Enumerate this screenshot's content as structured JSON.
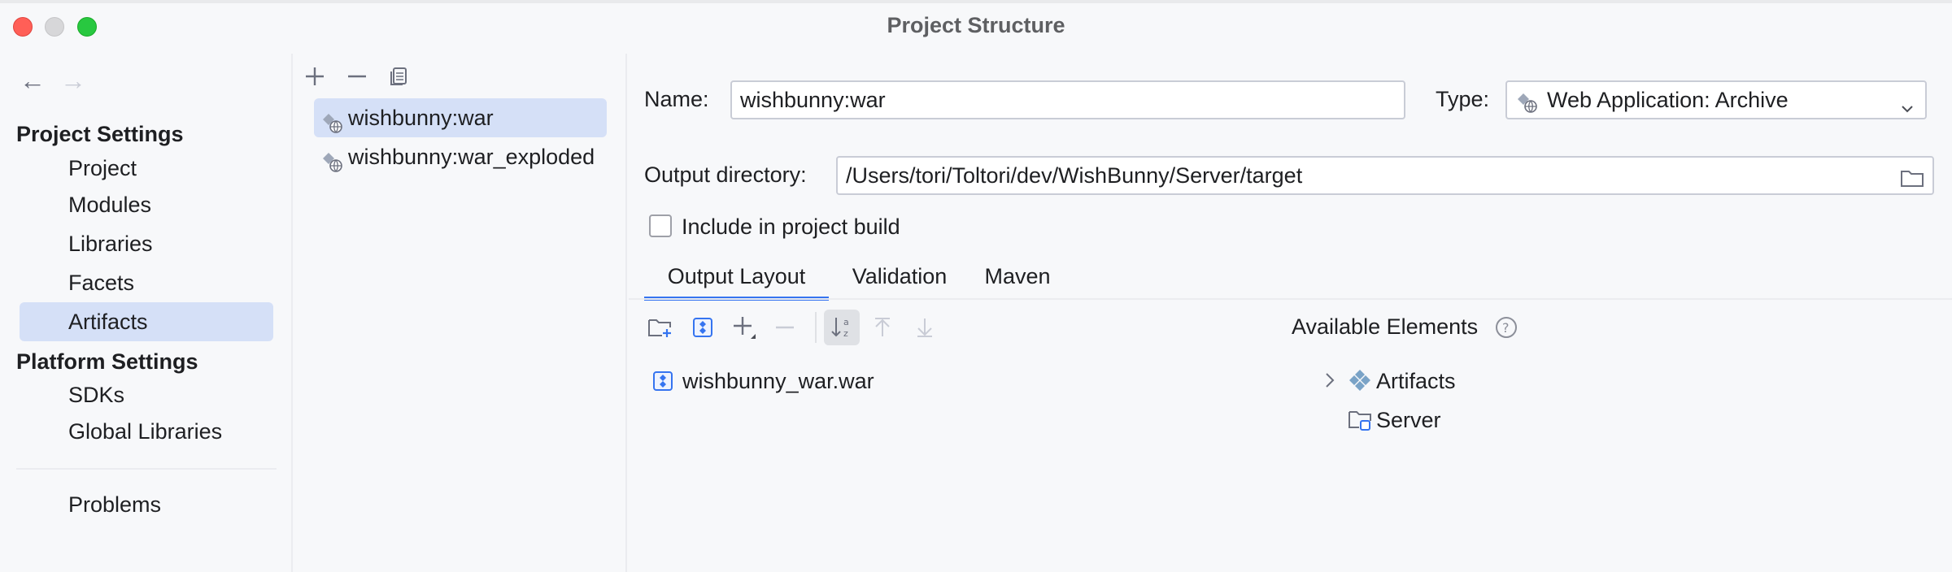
{
  "window": {
    "title": "Project Structure"
  },
  "nav": {
    "back_icon": "arrow-left-icon",
    "forward_icon": "arrow-right-icon",
    "project_settings_heading": "Project Settings",
    "project_settings_items": [
      {
        "label": "Project",
        "selected": false
      },
      {
        "label": "Modules",
        "selected": false
      },
      {
        "label": "Libraries",
        "selected": false
      },
      {
        "label": "Facets",
        "selected": false
      },
      {
        "label": "Artifacts",
        "selected": true
      }
    ],
    "platform_settings_heading": "Platform Settings",
    "platform_settings_items": [
      {
        "label": "SDKs"
      },
      {
        "label": "Global Libraries"
      }
    ],
    "problems_label": "Problems"
  },
  "artifacts": {
    "toolbar_icons": [
      "plus-icon",
      "minus-icon",
      "copy-icon"
    ],
    "items": [
      {
        "label": "wishbunny:war",
        "selected": true,
        "icon": "web-archive-icon"
      },
      {
        "label": "wishbunny:war_exploded",
        "selected": false,
        "icon": "web-archive-icon"
      }
    ]
  },
  "detail": {
    "name_label": "Name:",
    "name_value": "wishbunny:war",
    "type_label": "Type:",
    "type_value": "Web Application: Archive",
    "output_dir_label": "Output directory:",
    "output_dir_value": "/Users/tori/Toltori/dev/WishBunny/Server/target",
    "include_build_label": "Include in project build",
    "include_build_checked": false,
    "tabs": [
      {
        "label": "Output Layout",
        "active": true
      },
      {
        "label": "Validation",
        "active": false
      },
      {
        "label": "Maven",
        "active": false
      }
    ],
    "layout_toolbar": [
      "new-folder-icon",
      "archive-icon",
      "add-icon",
      "remove-icon",
      "sort-alpha-icon",
      "move-up-icon",
      "move-down-icon"
    ],
    "layout_root": "wishbunny_war.war",
    "available_elements_label": "Available Elements",
    "available_elements": [
      {
        "label": "Artifacts",
        "icon": "artifacts-icon",
        "expandable": true
      },
      {
        "label": "Server",
        "icon": "module-folder-icon",
        "expandable": false
      }
    ]
  },
  "colors": {
    "selection": "#d5e0f7",
    "accent": "#3574f0",
    "background": "#f7f8fa"
  }
}
